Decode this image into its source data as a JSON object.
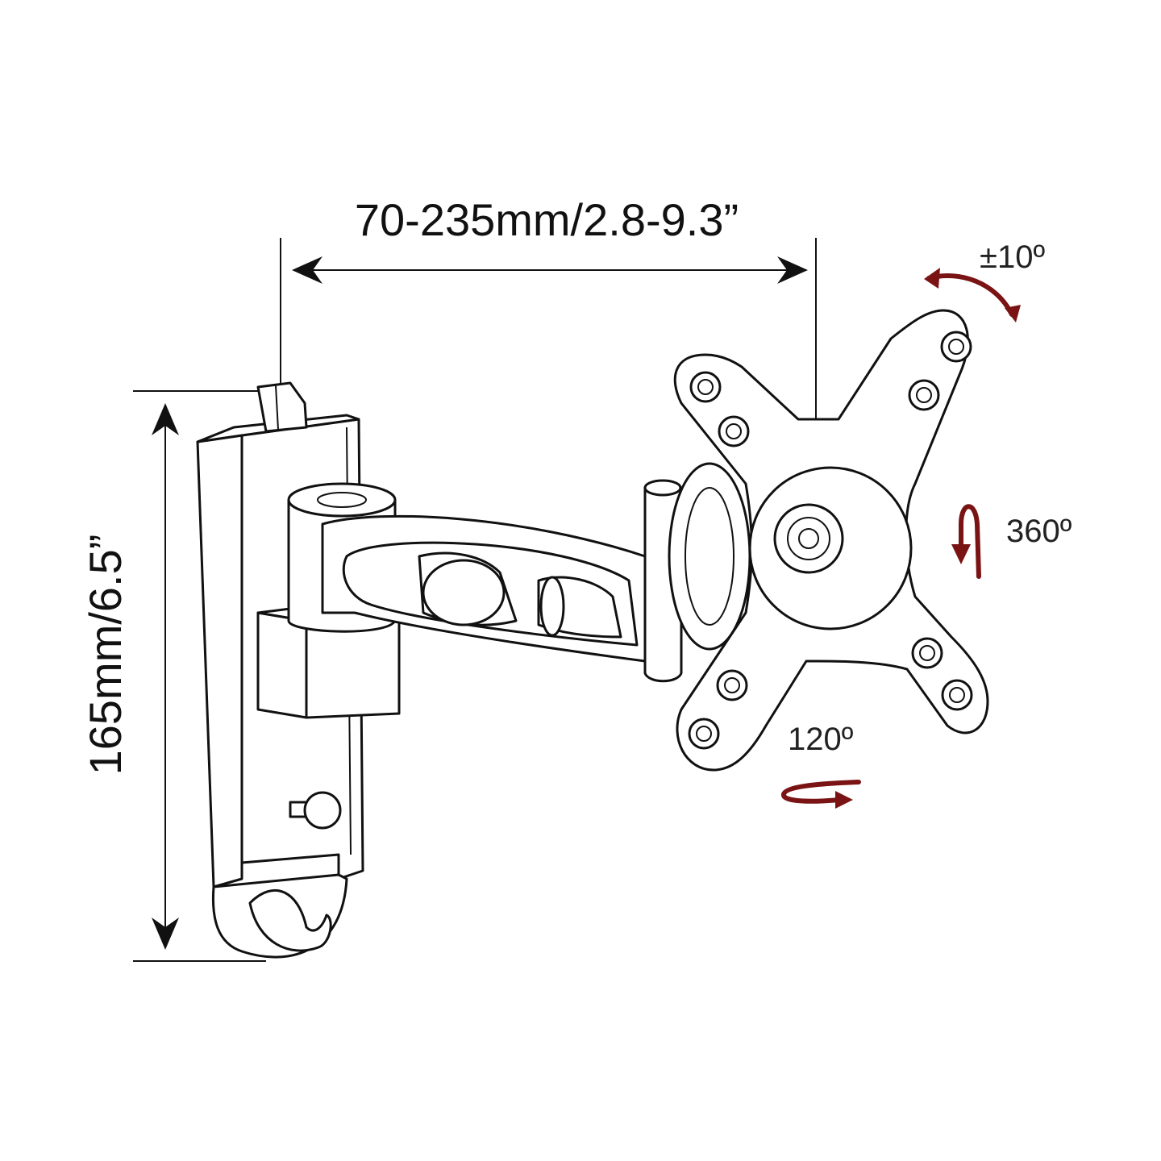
{
  "dimensions": {
    "width_label": "70-235mm/2.8-9.3”",
    "height_label": "165mm/6.5”"
  },
  "adjustments": {
    "tilt_label": "±10º",
    "rotation_label": "360º",
    "swivel_label": "120º"
  },
  "colors": {
    "line": "#111111",
    "rotation_arrow": "#7a1414"
  }
}
